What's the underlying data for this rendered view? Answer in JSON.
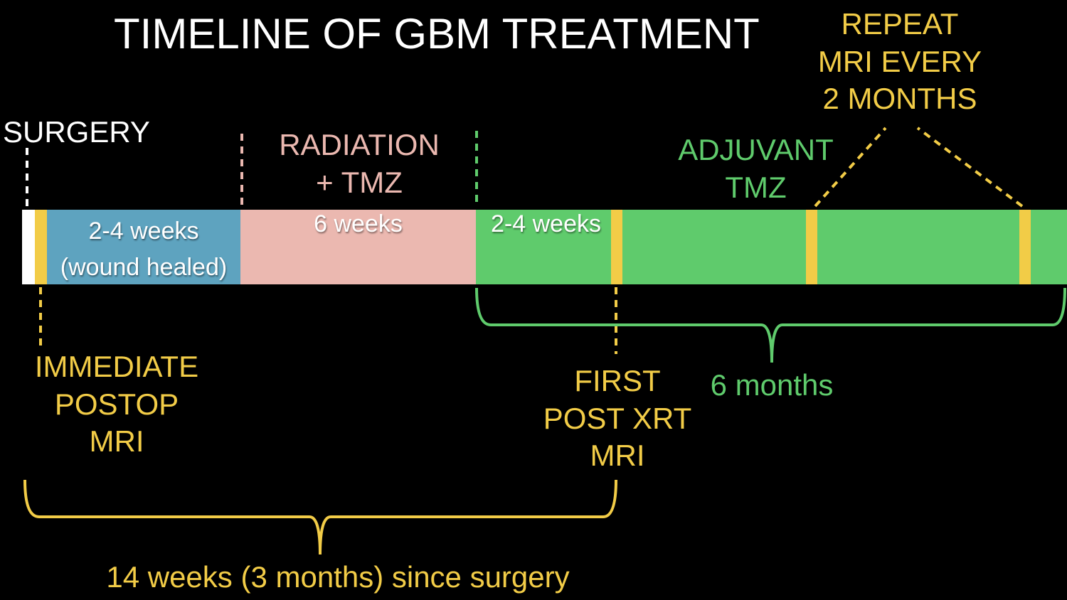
{
  "title": "TIMELINE OF GBM TREATMENT",
  "colors": {
    "surgery": "#ffffff",
    "mri": "#f2cc47",
    "healing": "#5ea3bf",
    "radiation": "#ebb8b0",
    "adjuvant": "#5fcb6c"
  },
  "phases": {
    "surgery": "SURGERY",
    "radiation": "RADIATION\n+ TMZ",
    "adjuvant": "ADJUVANT\nTMZ"
  },
  "bar": {
    "healing": "2-4 weeks\n(wound healed)",
    "radiation": "6 weeks",
    "post_xrt": "2-4 weeks"
  },
  "annotations": {
    "immediate_mri": "IMMEDIATE\nPOSTOP\nMRI",
    "first_mri": "FIRST\nPOST XRT\nMRI",
    "repeat_mri": "REPEAT\nMRI EVERY\n2 MONTHS",
    "adjuvant_duration": "6 months",
    "total_duration": "14 weeks (3 months) since surgery"
  }
}
